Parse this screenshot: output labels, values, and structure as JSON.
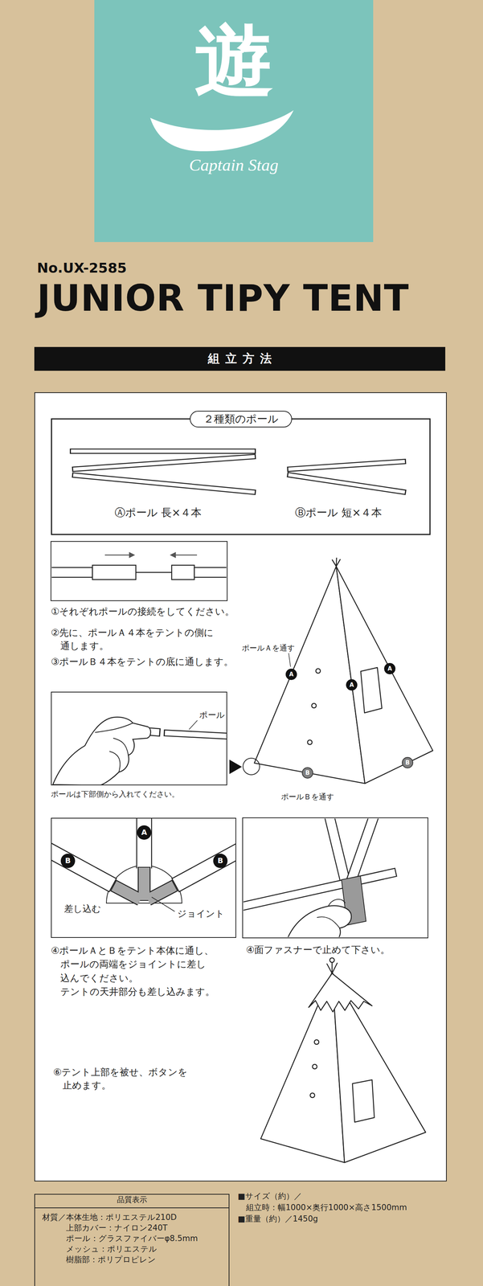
{
  "diagram": {
    "title": "JUNIOR TIPY TENT",
    "nodes": [
      {
        "text": [
          "遊",
          "Captain Stag"
        ]
      },
      {
        "text": [
          "組立方法"
        ]
      },
      {
        "text": [
          "①それぞれポールの接続をしてください。",
          "②先に、ポールＡ４本をテントの側に 通します。",
          "③ポールＢ４本をテントの底に通します。",
          "ポールは下部側から入れてください。",
          "④ポールＡとＢをテント本体に通し、 ポールの両端をジョイントに差し 込んでください。 テントの天井部分も差し込みます。",
          "④面ファスナーで止めて下さい。",
          "⑥テント上部を被せ、ボタンを 止めます。"
        ]
      },
      {
        "text": [
          "２種類のポール",
          "Ⓐポール 長×４本",
          "Ⓑポール 短×４本"
        ],
        "in": 2
      },
      {
        "text": [
          "A"
        ],
        "in": 2
      },
      {
        "text": [
          "A"
        ],
        "in": 2
      },
      {
        "text": [
          "A"
        ],
        "in": 2
      },
      {
        "text": [
          "ポール"
        ],
        "in": 2
      },
      {
        "text": [
          "B"
        ],
        "in": 2
      },
      {
        "text": [
          "B"
        ],
        "in": 2
      },
      {
        "text": [
          "差し込む",
          "ジョイント"
        ],
        "in": 2
      },
      {
        "text": [
          "A"
        ],
        "in": 10
      },
      {
        "text": [
          "B"
        ],
        "in": 10
      },
      {
        "text": [
          "B"
        ],
        "in": 10
      },
      {
        "text": [
          "品質表示",
          "材質／本体生地：ポリエステル210D",
          "上部カバー：ナイロン240T",
          "ポール：グラスファイバーφ8.5mm",
          "メッシュ：ポリエステル",
          "樹脂部：ポリプロピレン"
        ]
      }
    ],
    "labels": [
      "No.UX-2585",
      "ポールＡを通す",
      "ポールＢを通す",
      "■サイズ（約）／",
      "組立時：幅1000×奥行1000×高さ1500mm",
      "■重量（約）／1450g"
    ]
  }
}
